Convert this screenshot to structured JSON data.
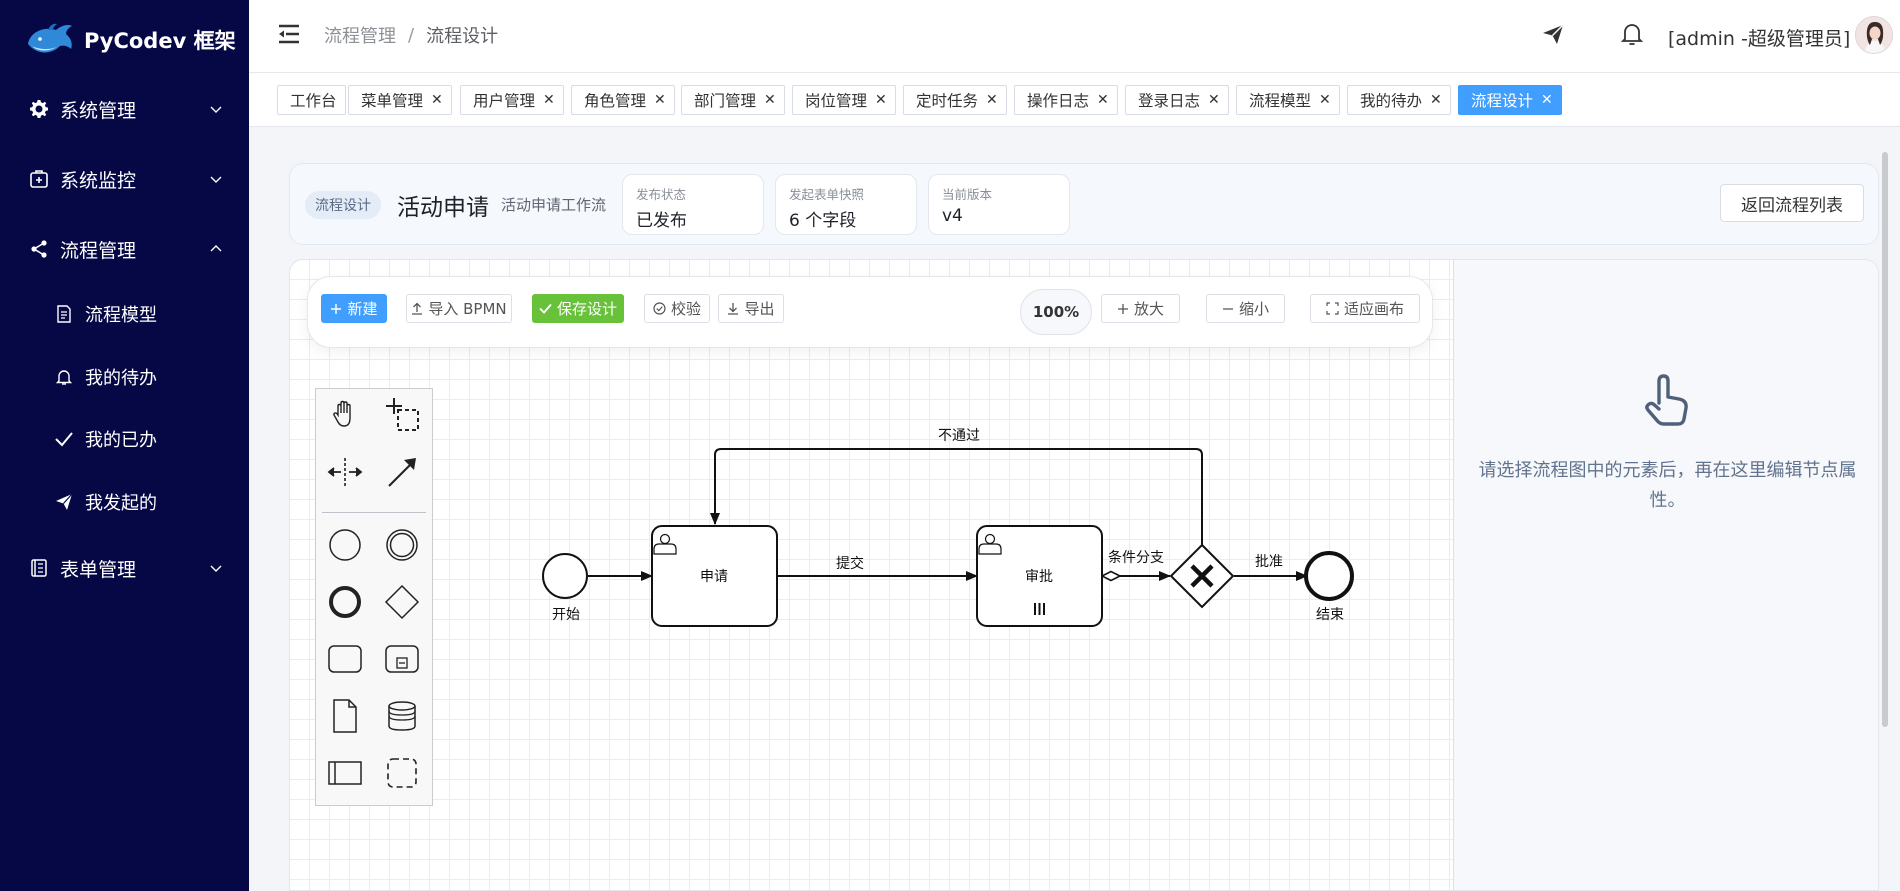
{
  "app": {
    "logo_text": "PyCodev 框架"
  },
  "sidebar": {
    "menus": [
      {
        "label": "系统管理",
        "icon": "gear-icon",
        "expanded": false
      },
      {
        "label": "系统监控",
        "icon": "monitor-icon",
        "expanded": false
      },
      {
        "label": "流程管理",
        "icon": "share-icon",
        "expanded": true
      },
      {
        "label": "表单管理",
        "icon": "form-icon",
        "expanded": false
      }
    ],
    "submenu": [
      {
        "label": "流程模型",
        "icon": "document-icon"
      },
      {
        "label": "我的待办",
        "icon": "bell-icon"
      },
      {
        "label": "我的已办",
        "icon": "check-icon"
      },
      {
        "label": "我发起的",
        "icon": "send-icon"
      }
    ]
  },
  "header": {
    "breadcrumb": [
      "流程管理",
      "流程设计"
    ],
    "user_label": "[admin -超级管理员]"
  },
  "tags": [
    {
      "label": "工作台",
      "closable": false
    },
    {
      "label": "菜单管理",
      "closable": true
    },
    {
      "label": "用户管理",
      "closable": true
    },
    {
      "label": "角色管理",
      "closable": true
    },
    {
      "label": "部门管理",
      "closable": true
    },
    {
      "label": "岗位管理",
      "closable": true
    },
    {
      "label": "定时任务",
      "closable": true
    },
    {
      "label": "操作日志",
      "closable": true
    },
    {
      "label": "登录日志",
      "closable": true
    },
    {
      "label": "流程模型",
      "closable": true
    },
    {
      "label": "我的待办",
      "closable": true
    },
    {
      "label": "流程设计",
      "closable": true,
      "active": true
    }
  ],
  "tag_close_symbol": "✕",
  "info": {
    "badge": "流程设计",
    "name": "活动申请",
    "description": "活动申请工作流",
    "stats": [
      {
        "label": "发布状态",
        "value": "已发布"
      },
      {
        "label": "发起表单快照",
        "value": "6 个字段"
      },
      {
        "label": "当前版本",
        "value": "v4"
      }
    ],
    "back_button": "返回流程列表"
  },
  "toolbar": {
    "new": "新建",
    "import": "导入 BPMN",
    "save": "保存设计",
    "validate": "校验",
    "export": "导出",
    "zoom": "100%",
    "zoom_in": "放大",
    "zoom_out": "缩小",
    "fit": "适应画布"
  },
  "diagram": {
    "nodes": {
      "start": "开始",
      "apply": "申请",
      "approve": "审批",
      "end": "结束"
    },
    "flows": {
      "submit": "提交",
      "reject": "不通过",
      "condition": "条件分支",
      "approved": "批准"
    }
  },
  "props_panel": {
    "hint": "请选择流程图中的元素后，再在这里编辑节点属性。"
  },
  "colors": {
    "sidebar_bg": "#050845",
    "primary": "#409eff",
    "success": "#67c23a"
  }
}
